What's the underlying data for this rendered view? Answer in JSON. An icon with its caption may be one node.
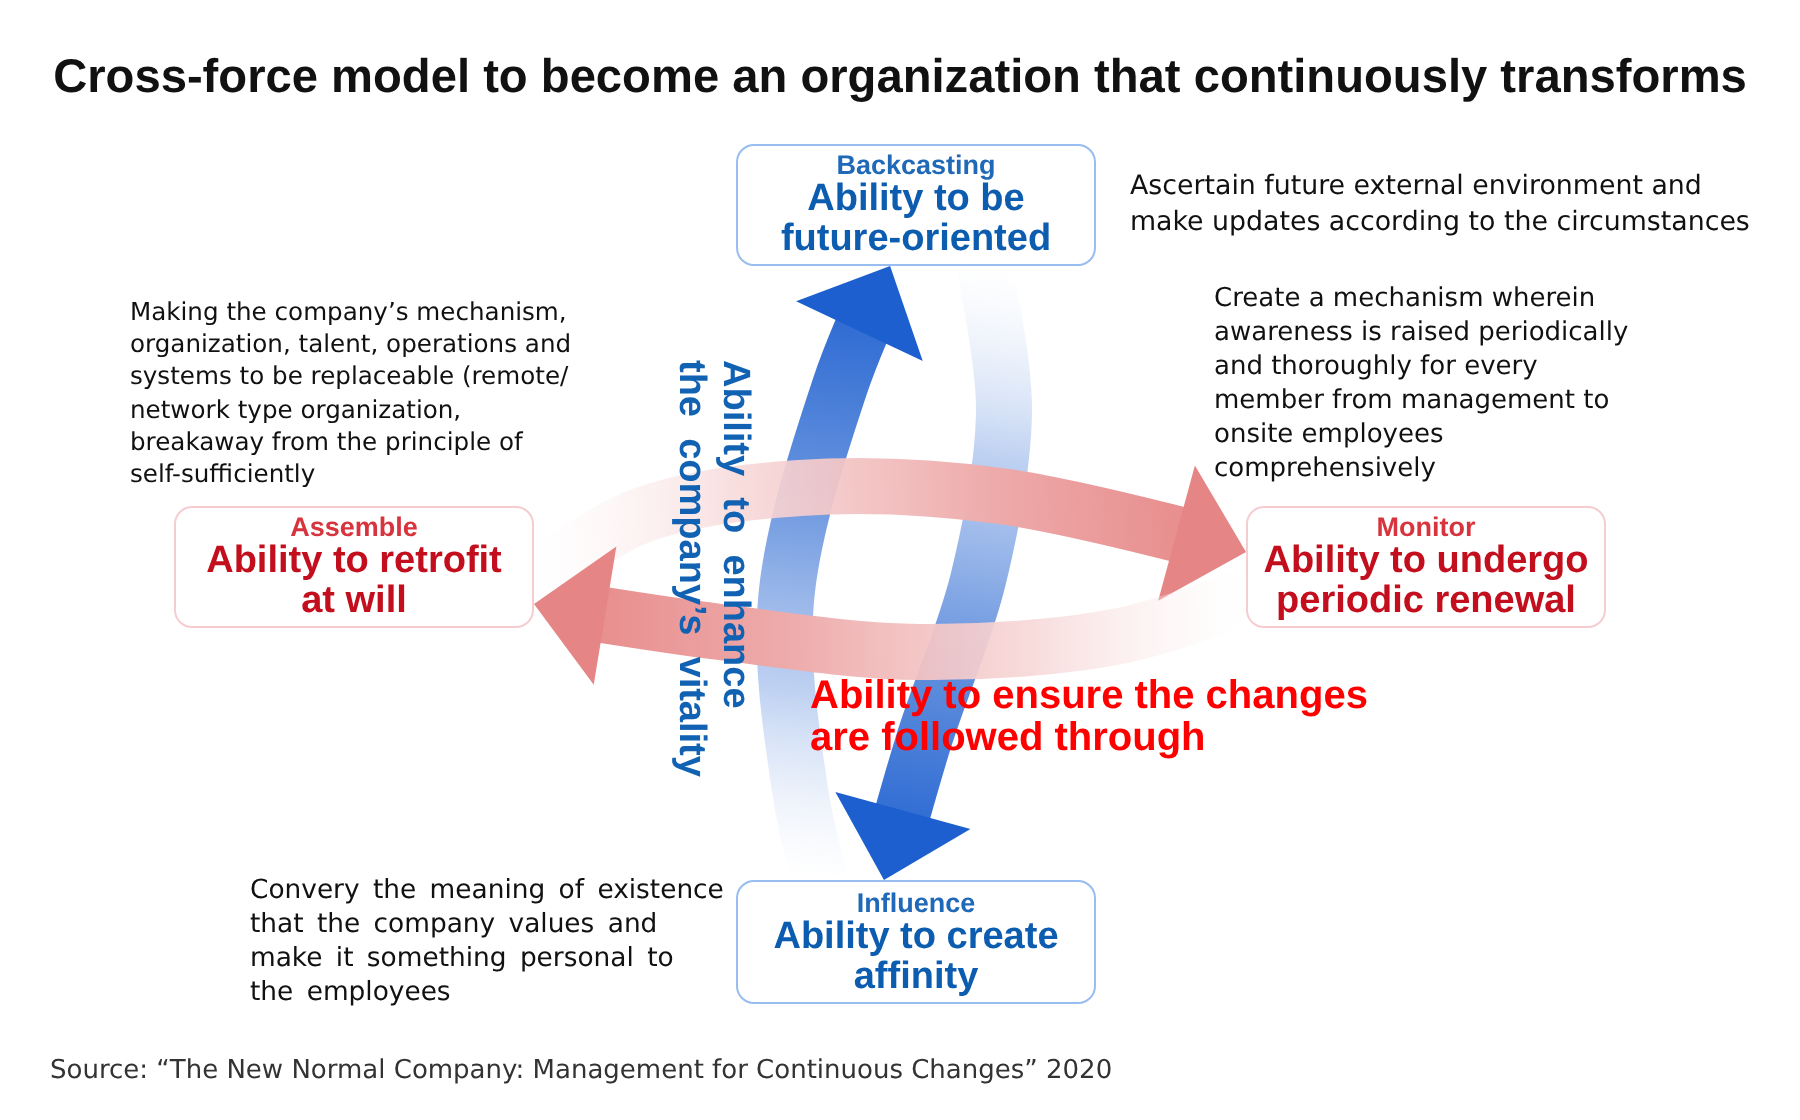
{
  "diagram": {
    "title": "Cross-force model to become an organization that continuously transforms",
    "caption": "Source: “The New Normal Company: Management for Continuous Changes” 2020",
    "nodes": [
      {
        "text": [
          "Backcasting",
          "Ability to be future-oriented"
        ],
        "beside": [
          "Ascertain future external environment and make updates according to the circumstances"
        ]
      },
      {
        "text": [
          "Assemble",
          "Ability to retrofit at will"
        ],
        "beside": [
          "Making the company’s mechanism, organization, talent, operations and systems to be replaceable (remote/ network type organization, breakaway from the principle of self-sufficiently"
        ]
      },
      {
        "text": [
          "Monitor",
          "Ability to undergo periodic renewal"
        ],
        "beside": [
          "Create a mechanism wherein awareness is raised periodically and thoroughly for every member from management to onsite employees comprehensively"
        ]
      },
      {
        "text": [
          "Influence",
          "Ability to create affinity"
        ],
        "beside": [
          "Convery the meaning of existence that the company values and make it something personal to the employees"
        ]
      }
    ],
    "edges": [
      {
        "from": 3,
        "to": 0,
        "arrow": "to",
        "style": "thick",
        "color": "#1d5fcf"
      },
      {
        "from": 0,
        "to": 3,
        "arrow": "to",
        "style": "thick",
        "color": "#1d5fcf"
      },
      {
        "from": 1,
        "to": 2,
        "arrow": "to",
        "style": "thick",
        "color": "#e68585"
      },
      {
        "from": 2,
        "to": 1,
        "arrow": "to",
        "style": "thick",
        "color": "#e68585"
      }
    ],
    "labels": [
      "Ability to enhance the company’s vitality",
      "Ability to ensure the changes are followed through"
    ]
  }
}
